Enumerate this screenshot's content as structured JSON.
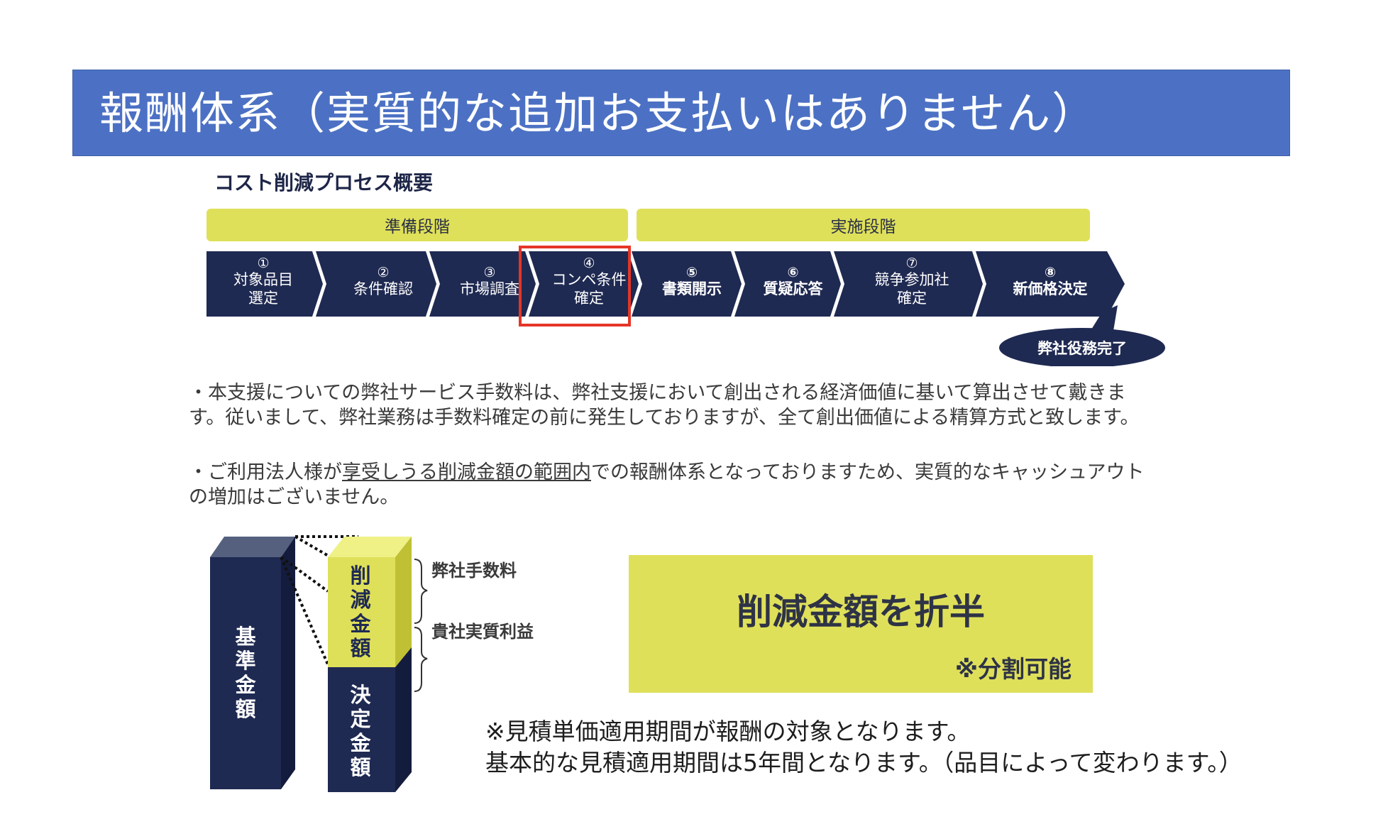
{
  "slide": {
    "title": "報酬体系（実質的な追加お支払いはありません）"
  },
  "process": {
    "title": "コスト削減プロセス概要",
    "phases": {
      "prep": "準備段階",
      "exec": "実施段階"
    },
    "steps": [
      {
        "num": "①",
        "label": "対象品目\n選定"
      },
      {
        "num": "②",
        "label": "条件確認"
      },
      {
        "num": "③",
        "label": "市場調査"
      },
      {
        "num": "④",
        "label": "コンペ条件\n確定"
      },
      {
        "num": "⑤",
        "label": "書類開示"
      },
      {
        "num": "⑥",
        "label": "質疑応答"
      },
      {
        "num": "⑦",
        "label": "競争参加社\n確定"
      },
      {
        "num": "⑧",
        "label": "新価格決定"
      }
    ],
    "bubble": "弊社役務完了"
  },
  "text": {
    "p1": "・本支援についての弊社サービス手数料は、弊社支援において創出される経済価値に基いて算出させて戴きます。従いまして、弊社業務は手数料確定の前に発生しておりますが、全て創出価値による精算方式と致します。",
    "p2_a": "・ご利用法人様が",
    "p2_u": "享受しうる削減金額の範囲内",
    "p2_b": "での報酬体系となっておりますため、実質的なキャッシュアウトの増加はございません。"
  },
  "diagram": {
    "base_label": "基\n準\n金\n額",
    "saving_label": "削\n減\n金\n額",
    "decided_label": "決\n定\n金\n額",
    "fee_label": "弊社手数料",
    "profit_label": "貴社実質利益"
  },
  "callout": {
    "main": "削減金額を折半",
    "sub": "※分割可能"
  },
  "notes": {
    "line1": "※見積単価適用期間が報酬の対象となります。",
    "line2": "基本的な見積適用期間は5年間となります。（品目によって変わります。）"
  },
  "colors": {
    "title_bar": "#4c71c4",
    "navy": "#1f2a52",
    "accent_yellow": "#dfe05a",
    "highlight_red": "#e53527"
  }
}
